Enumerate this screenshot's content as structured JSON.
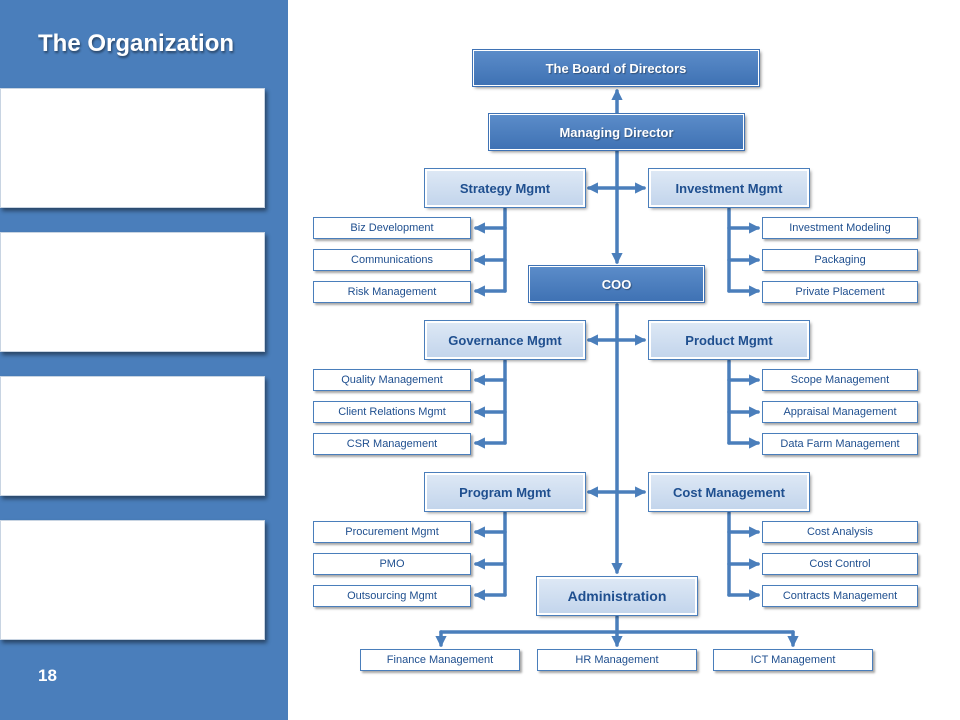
{
  "sidebar": {
    "title": "The Organization",
    "page_number": "18",
    "panel_count": 4
  },
  "org": {
    "board": "The Board of Directors",
    "md": "Managing Director",
    "coo": "COO",
    "administration": "Administration",
    "strategy": {
      "label": "Strategy  Mgmt",
      "items": [
        "Biz Development",
        "Communications",
        "Risk Management"
      ]
    },
    "investment": {
      "label": "Investment Mgmt",
      "items": [
        "Investment Modeling",
        "Packaging",
        "Private Placement"
      ]
    },
    "governance": {
      "label": "Governance Mgmt",
      "items": [
        "Quality Management",
        "Client  Relations  Mgmt",
        "CSR Management"
      ]
    },
    "product": {
      "label": "Product Mgmt",
      "items": [
        "Scope Management",
        "Appraisal  Management",
        "Data Farm Management"
      ]
    },
    "program": {
      "label": "Program Mgmt",
      "items": [
        "Procurement Mgmt",
        "PMO",
        "Outsourcing Mgmt"
      ]
    },
    "cost": {
      "label": "Cost Management",
      "items": [
        "Cost Analysis",
        "Cost Control",
        "Contracts Management"
      ]
    },
    "admin_units": [
      "Finance Management",
      "HR Management",
      "ICT Management"
    ]
  },
  "colors": {
    "sidebar": "#4a7ebb",
    "connector": "#4a7ebb",
    "dark_box": "#4a7ebb",
    "light_box": "#c9daef",
    "box_text": "#1f4f8f"
  }
}
